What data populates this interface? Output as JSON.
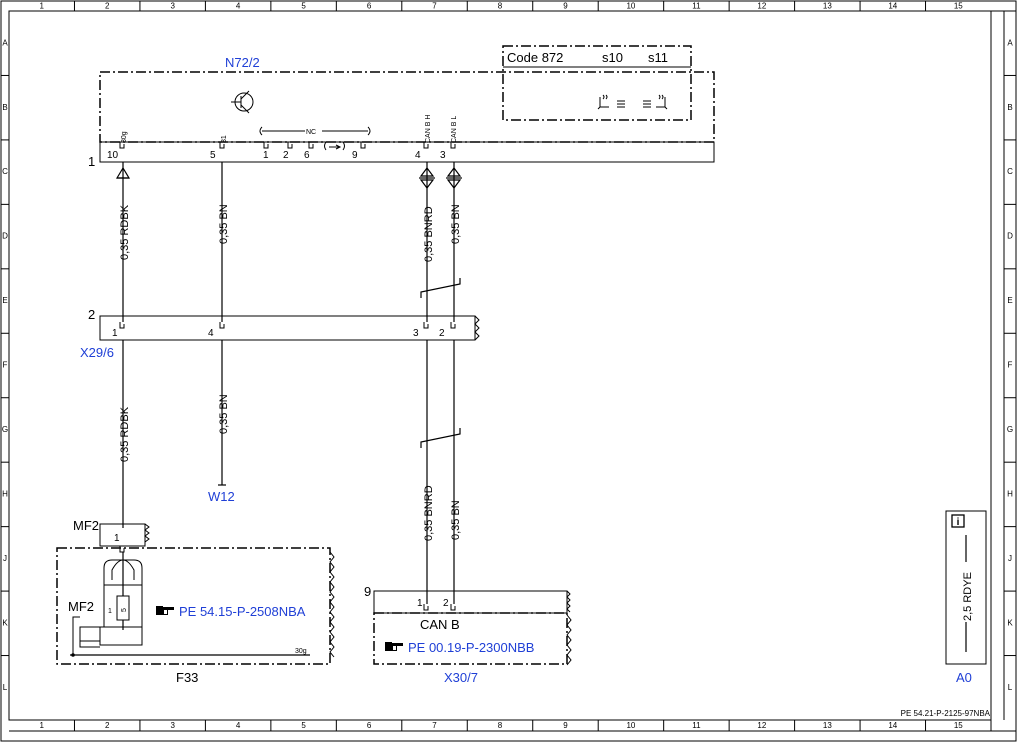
{
  "frame": {
    "columns": [
      "1",
      "2",
      "3",
      "4",
      "5",
      "6",
      "7",
      "8",
      "9",
      "10",
      "11",
      "12",
      "13",
      "14",
      "15"
    ],
    "rows": [
      "A",
      "B",
      "C",
      "D",
      "E",
      "F",
      "G",
      "H",
      "J",
      "K",
      "L"
    ],
    "doc_number": "PE 54.21-P-2125-97NBA"
  },
  "components": {
    "n72": {
      "id": "N72/2",
      "code_box": {
        "code": "Code 872",
        "s10": "s10",
        "s11": "s11"
      },
      "ref": "1",
      "pin_names": {
        "p10": "30g",
        "p5": "31",
        "nc": "NC",
        "p4": "CAN B H",
        "p3": "CAN B L"
      },
      "pins": {
        "p10": "10",
        "p5": "5",
        "p1": "1",
        "p2": "2",
        "p6": "6",
        "p9": "9",
        "p4": "4",
        "p3": "3"
      }
    },
    "x29": {
      "id": "X29/6",
      "ref": "2",
      "pins": {
        "p1": "1",
        "p4": "4",
        "p3": "3",
        "p2": "2"
      }
    },
    "w12": {
      "id": "W12"
    },
    "mf2_top": {
      "id": "MF2",
      "pin": "1"
    },
    "f33": {
      "id": "F33",
      "mf2": "MF2",
      "fuse_pins": {
        "left": "1",
        "right": "5"
      },
      "bus": "30g",
      "ref_link": "PE 54.15-P-2508NBA"
    },
    "x30": {
      "id": "X30/7",
      "ref": "9",
      "pins": {
        "p1": "1",
        "p2": "2"
      },
      "bus_label": "CAN B",
      "ref_link": "PE 00.19-P-2300NBB"
    },
    "a0": {
      "id": "A0",
      "wire": "2,5 RDYE",
      "info": "i"
    }
  },
  "wires": {
    "w1_top": "0,35 RDBK",
    "w1_bottom": "0,35 RDBK",
    "w2_top": "0,35 BN",
    "w2_bottom": "0,35 BN",
    "w3_top": "0,35 BNRD",
    "w3_bottom": "0,35 BNRD",
    "w4_top": "0,35 BN",
    "w4_bottom": "0,35 BN"
  }
}
